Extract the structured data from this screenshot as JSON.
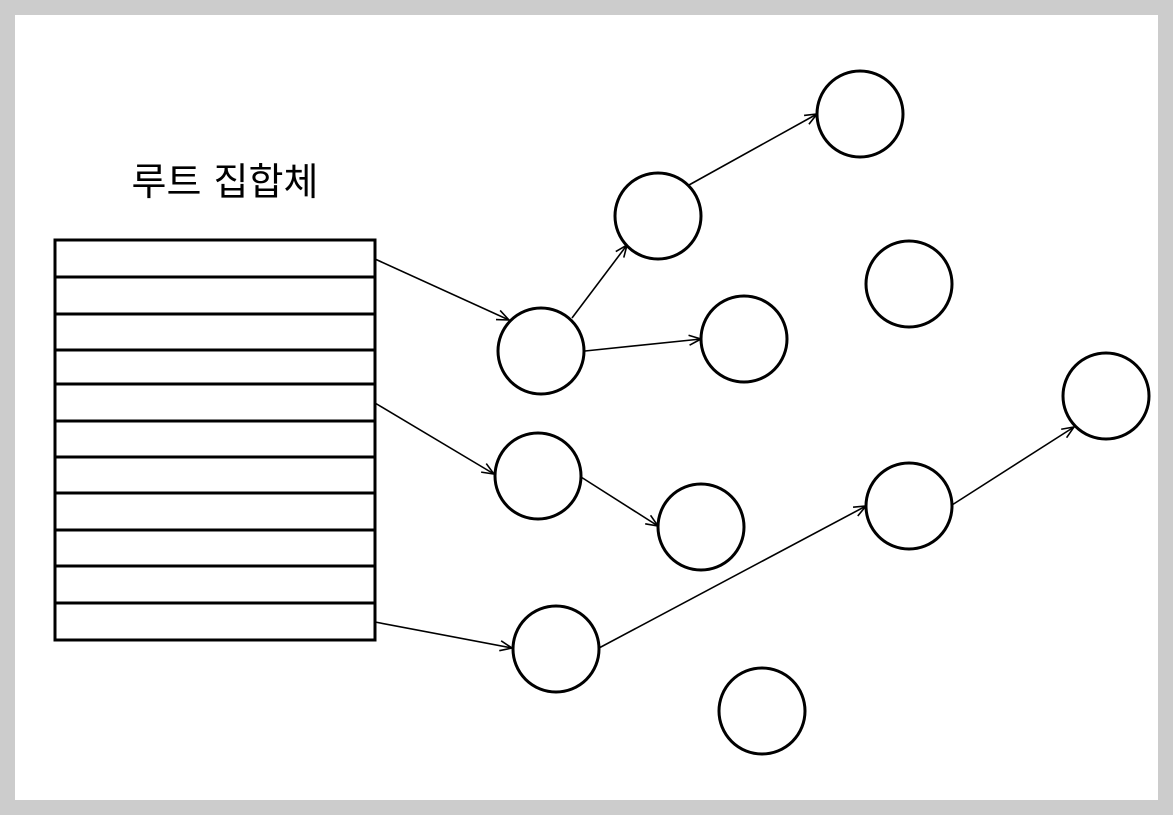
{
  "diagram": {
    "root_set_label": "루트 집합체",
    "root_set_slots": 11,
    "colors": {
      "background": "#cccccc",
      "canvas": "#ffffff",
      "stroke": "#000000"
    },
    "nodes": [
      {
        "id": "n1"
      },
      {
        "id": "n2"
      },
      {
        "id": "n3"
      },
      {
        "id": "n4"
      },
      {
        "id": "n5"
      },
      {
        "id": "n6"
      },
      {
        "id": "n7"
      },
      {
        "id": "n8"
      },
      {
        "id": "n9"
      },
      {
        "id": "n10"
      },
      {
        "id": "n11"
      },
      {
        "id": "n12"
      }
    ],
    "edges": [
      {
        "from": "root-slot-1",
        "to": "n1"
      },
      {
        "from": "n1",
        "to": "n2"
      },
      {
        "from": "n2",
        "to": "n3"
      },
      {
        "from": "n1",
        "to": "n4"
      },
      {
        "from": "root-slot-5",
        "to": "n5"
      },
      {
        "from": "n5",
        "to": "n6"
      },
      {
        "from": "root-slot-11",
        "to": "n7"
      },
      {
        "from": "n7",
        "to": "n8"
      },
      {
        "from": "n8",
        "to": "n9"
      }
    ]
  }
}
